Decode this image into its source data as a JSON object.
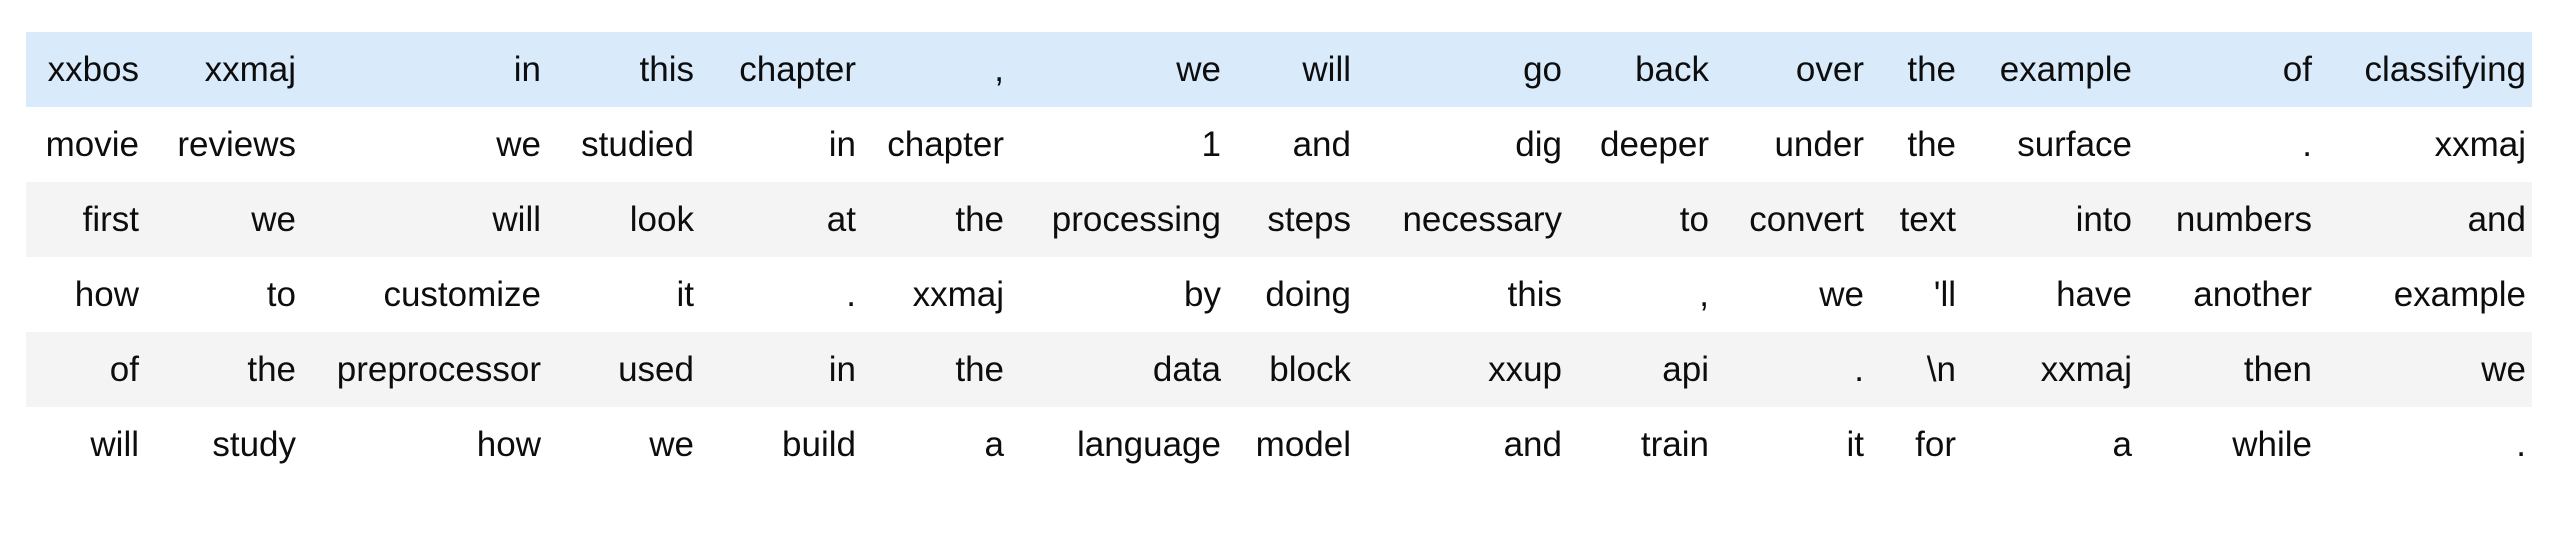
{
  "table": {
    "description": "tokenized-text-batch",
    "num_rows": 6,
    "num_cols": 15,
    "rows": [
      {
        "bg": "highlight",
        "tokens": [
          "xxbos",
          "xxmaj",
          "in",
          "this",
          "chapter",
          ",",
          "we",
          "will",
          "go",
          "back",
          "over",
          "the",
          "example",
          "of",
          "classifying"
        ]
      },
      {
        "bg": "white",
        "tokens": [
          "movie",
          "reviews",
          "we",
          "studied",
          "in",
          "chapter",
          "1",
          "and",
          "dig",
          "deeper",
          "under",
          "the",
          "surface",
          ".",
          "xxmaj"
        ]
      },
      {
        "bg": "stripe",
        "tokens": [
          "first",
          "we",
          "will",
          "look",
          "at",
          "the",
          "processing",
          "steps",
          "necessary",
          "to",
          "convert",
          "text",
          "into",
          "numbers",
          "and"
        ]
      },
      {
        "bg": "white",
        "tokens": [
          "how",
          "to",
          "customize",
          "it",
          ".",
          "xxmaj",
          "by",
          "doing",
          "this",
          ",",
          "we",
          "'ll",
          "have",
          "another",
          "example"
        ]
      },
      {
        "bg": "stripe",
        "tokens": [
          "of",
          "the",
          "preprocessor",
          "used",
          "in",
          "the",
          "data",
          "block",
          "xxup",
          "api",
          ".",
          "\\n",
          "xxmaj",
          "then",
          "we"
        ]
      },
      {
        "bg": "white",
        "tokens": [
          "will",
          "study",
          "how",
          "we",
          "build",
          "a",
          "language",
          "model",
          "and",
          "train",
          "it",
          "for",
          "a",
          "while",
          "."
        ]
      }
    ]
  },
  "colors": {
    "highlight": "#d9eafa",
    "white": "#ffffff",
    "stripe": "#f4f4f4",
    "text": "#0d0d0d"
  }
}
